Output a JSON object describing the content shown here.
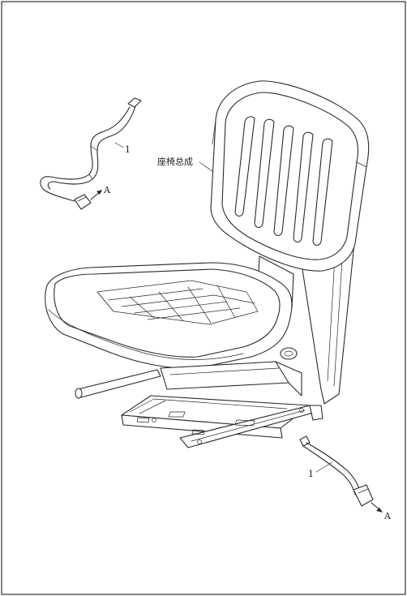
{
  "labels": {
    "seat_assembly": "座椅总成",
    "part_top_left": "1",
    "arrow_top_left": "A",
    "part_bottom_right": "1",
    "arrow_bottom_right": "A"
  }
}
